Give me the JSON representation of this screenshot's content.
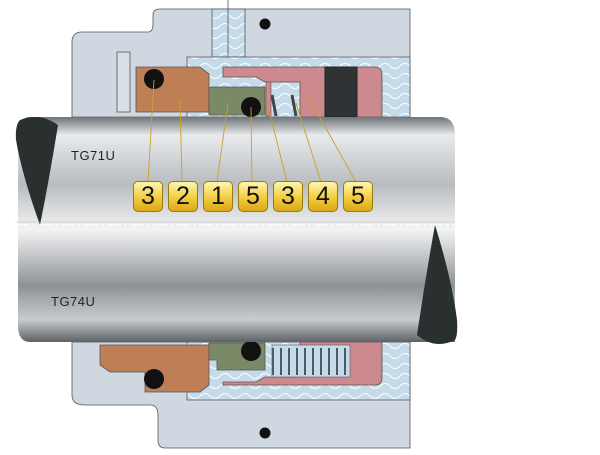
{
  "models": {
    "top": "TG71U",
    "bottom": "TG74U"
  },
  "badges": [
    "3",
    "2",
    "1",
    "5",
    "3",
    "4",
    "5"
  ],
  "colors": {
    "housing": "#cfd8e0",
    "sleeve": "#c5dbe9",
    "face": "#cc8a8e",
    "seat": "#bf7f56",
    "olive": "#7b8a66",
    "oring": "#111111",
    "badge": "#f0c835",
    "leader": "#c9a227"
  }
}
